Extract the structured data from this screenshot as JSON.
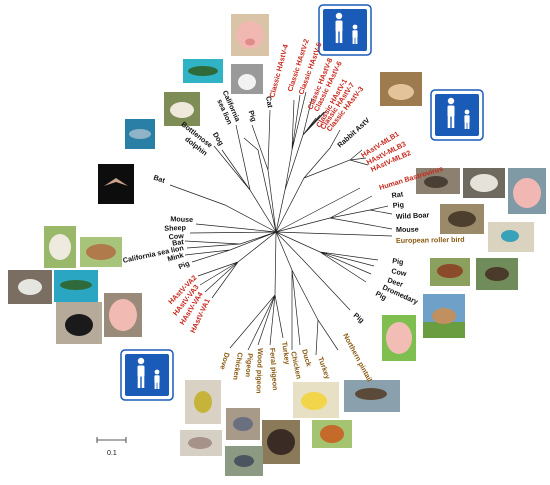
{
  "colors": {
    "human": "#c8281c",
    "mammal": "#111111",
    "bird": "#8a5a12",
    "branch": "#222222",
    "family_sign": "#1a5bb8"
  },
  "scale_bar": {
    "label": "0.1"
  },
  "labels": {
    "classic_hastv_4": "Classic HAstV-4",
    "classic_hastv_2": "Classic HAstV-2",
    "classic_hastv_5": "Classic HAstV-5",
    "classic_hastv_8": "Classic HAstV-8",
    "classic_hastv_6": "Classic HAstV-6",
    "classic_hastv_1": "Classic HAstV-1",
    "classic_hastv_7": "Classic HAstV-7",
    "classic_hastv_3": "Classic HAstV-3",
    "rabbit_astv": "Rabbit AstV",
    "hastv_mlb1": "HAstV-MLB1",
    "hastv_mlb3": "HAstV-MLB3",
    "hastv_mlb2": "HAstV-MLB2",
    "human_bastrovirus": "Human Bastrovirus",
    "rat": "Rat",
    "pig_1": "Pig",
    "wild_boar": "Wild Boar",
    "mouse_1": "Mouse",
    "european_roller_bird": "European roller bird",
    "pig_2": "Pig",
    "cow_1": "Cow",
    "deer": "Deer",
    "dromedary": "Dromedary",
    "pig_3": "Pig",
    "pig_4": "Pig",
    "northern_pintail": "Northern pintail",
    "turkey_1": "Turkey",
    "duck": "Duck",
    "chicken_1": "Chicken",
    "turkey_2": "Turkey",
    "feral_pigeon": "Feral pigeon",
    "wood_pigeon": "Wood pigeon",
    "pigeon": "Pigeon",
    "chicken_2": "Chicken",
    "dove": "Dove",
    "hastv_va1": "HAstV-VA1",
    "hastv_va4": "HAstV-VA4",
    "hastv_va3": "HAstV-VA3",
    "hastv_va2": "HAstV-VA2",
    "pig_5": "Pig",
    "mink": "Mink",
    "california_sea_lion_1": "California sea lion",
    "bat_1": "Bat",
    "cow_2": "Cow",
    "sheep": "Sheep",
    "mouse_2": "Mouse",
    "bat_2": "Bat",
    "bottlenose_dolphin_1": "Bottlenose",
    "bottlenose_dolphin_2": "dolphin",
    "dog": "Dog",
    "california_sea_lion_2a": "California",
    "california_sea_lion_2b": "sea lion",
    "pig_6": "Pig",
    "cat": "Cat"
  },
  "photos": [
    {
      "icon": "pig-photo-icon"
    },
    {
      "icon": "cat-photo-icon"
    },
    {
      "icon": "sea-lion-photo-icon"
    },
    {
      "icon": "dog-photo-icon"
    },
    {
      "icon": "dolphin-photo-icon"
    },
    {
      "icon": "bat-photo-icon"
    },
    {
      "icon": "rabbit-photo-icon"
    },
    {
      "icon": "rat-photo-icon"
    },
    {
      "icon": "hedgehog-photo-icon"
    },
    {
      "icon": "pig-photo-icon"
    },
    {
      "icon": "roller-bird-photo-icon"
    },
    {
      "icon": "cow-photo-icon"
    },
    {
      "icon": "deer-photo-icon"
    },
    {
      "icon": "camel-photo-icon"
    },
    {
      "icon": "pig-photo-icon"
    },
    {
      "icon": "pintail-duck-photo-icon"
    },
    {
      "icon": "duckling-photo-icon"
    },
    {
      "icon": "chicken-photo-icon"
    },
    {
      "icon": "turkey-photo-icon"
    },
    {
      "icon": "pigeon-photo-icon"
    },
    {
      "icon": "dove-photo-icon"
    },
    {
      "icon": "bird-photo-icon"
    },
    {
      "icon": "canary-photo-icon"
    },
    {
      "icon": "pig-photo-icon"
    },
    {
      "icon": "mink-photo-icon"
    },
    {
      "icon": "sea-lion-photo-icon"
    },
    {
      "icon": "bat-photo-icon"
    },
    {
      "icon": "sheep-photo-icon"
    },
    {
      "icon": "cow-photo-icon"
    }
  ],
  "family_signs": [
    {
      "icon": "family-sign-icon"
    },
    {
      "icon": "family-sign-icon"
    },
    {
      "icon": "family-sign-icon"
    }
  ]
}
